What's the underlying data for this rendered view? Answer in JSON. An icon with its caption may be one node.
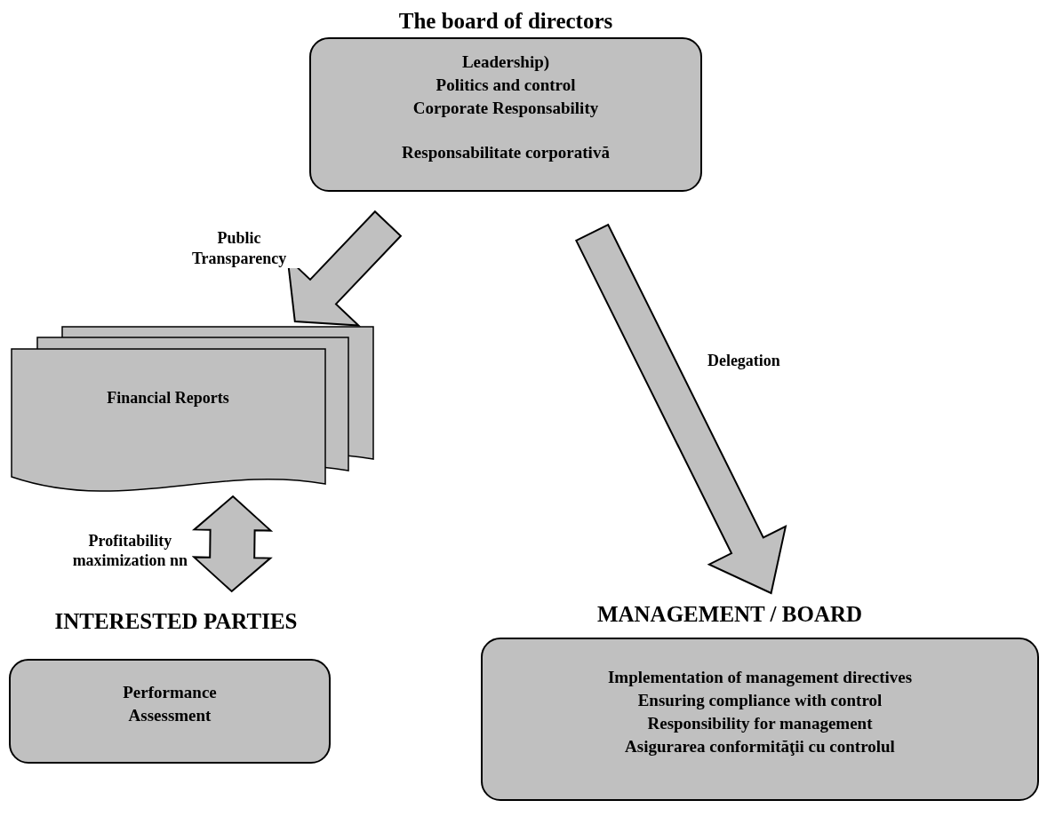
{
  "diagram": {
    "nodes": [
      {
        "text": [
          "The board of directors",
          "Leadership)",
          "Politics and control",
          "Corporate Responsability",
          "Responsabilitate corporativă"
        ]
      },
      {
        "text": [
          "Financial Reports"
        ]
      },
      {
        "text": [
          "INTERESTED PARTIES",
          "Performance Assessment"
        ]
      },
      {
        "text": [
          "MANAGEMENT / BOARD",
          "Implementation of management directives",
          "Ensuring compliance with control",
          "Responsibility for management",
          "Asigurarea conformităţii cu controlul"
        ]
      }
    ],
    "edges": [
      {
        "from": 0,
        "to": 1,
        "arrow": "to",
        "label": "Public Transparency",
        "style": "thick"
      },
      {
        "from": 0,
        "to": 3,
        "arrow": "to",
        "label": "Delegation",
        "style": "thick"
      },
      {
        "from": 1,
        "to": 2,
        "arrow": "both",
        "label": "Profitability maximization nn",
        "style": "thick"
      }
    ]
  }
}
